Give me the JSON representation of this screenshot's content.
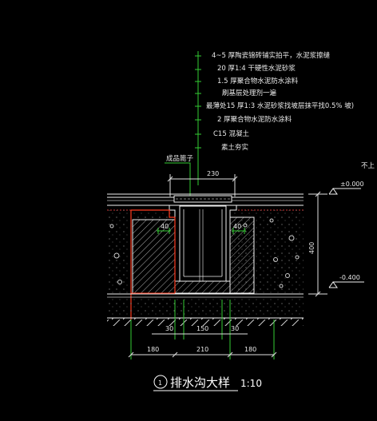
{
  "title": {
    "circle_number": "1",
    "text": "排水沟大样",
    "scale": "1:10"
  },
  "layer_notes": [
    "4~5 厚陶瓷锦砖铺实拍平，水泥浆擦缝",
    "20 厚1:4 干硬性水泥砂浆",
    "1.5 厚聚合物水泥防水涂料",
    "刷基层处理剂一遍",
    "最薄处15 厚1:3 水泥砂浆找坡层抹平找0.5% 坡)",
    "2 厚聚合物水泥防水涂料",
    "C15 混凝土",
    "素土夯实"
  ],
  "labels": {
    "grate": "成品篦子",
    "top_right": "不上",
    "elev_top": "±0.000",
    "elev_bottom": "-0.400"
  },
  "dimensions": {
    "grate_width": "230",
    "depth": "400",
    "left_offset": "40",
    "right_offset": "40",
    "bottom_30_left": "30",
    "bottom_150": "150",
    "bottom_30_right": "30",
    "total_left": "180",
    "total_mid": "210",
    "total_right": "180"
  },
  "colors": {
    "background": "#000000",
    "outline": "#f0f0f0",
    "leader": "#33cc33",
    "red_line": "#ff3b1f",
    "hatch": "#c0c0c0",
    "dim": "#e0e0e0"
  }
}
